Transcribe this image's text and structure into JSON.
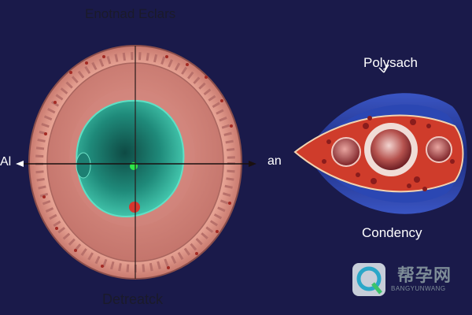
{
  "labels": {
    "title": "Enotnad Eclars",
    "bottom": "Detreatck",
    "left_marker": "Al",
    "right_marker": "an",
    "right_top": "Polysach",
    "right_bottom": "Condency"
  },
  "watermark": {
    "text": "帮孕网",
    "sub": "BANGYUNWANG",
    "logo": "q-logo-icon"
  },
  "colors": {
    "background": "#1a1a4a",
    "outer_ring": "#e8a79a",
    "inner_disc": "#d98a82",
    "teal_core": "#2fb8a0",
    "red_tissue": "#c93a2a",
    "blue_sheath": "#2a3f9a"
  }
}
